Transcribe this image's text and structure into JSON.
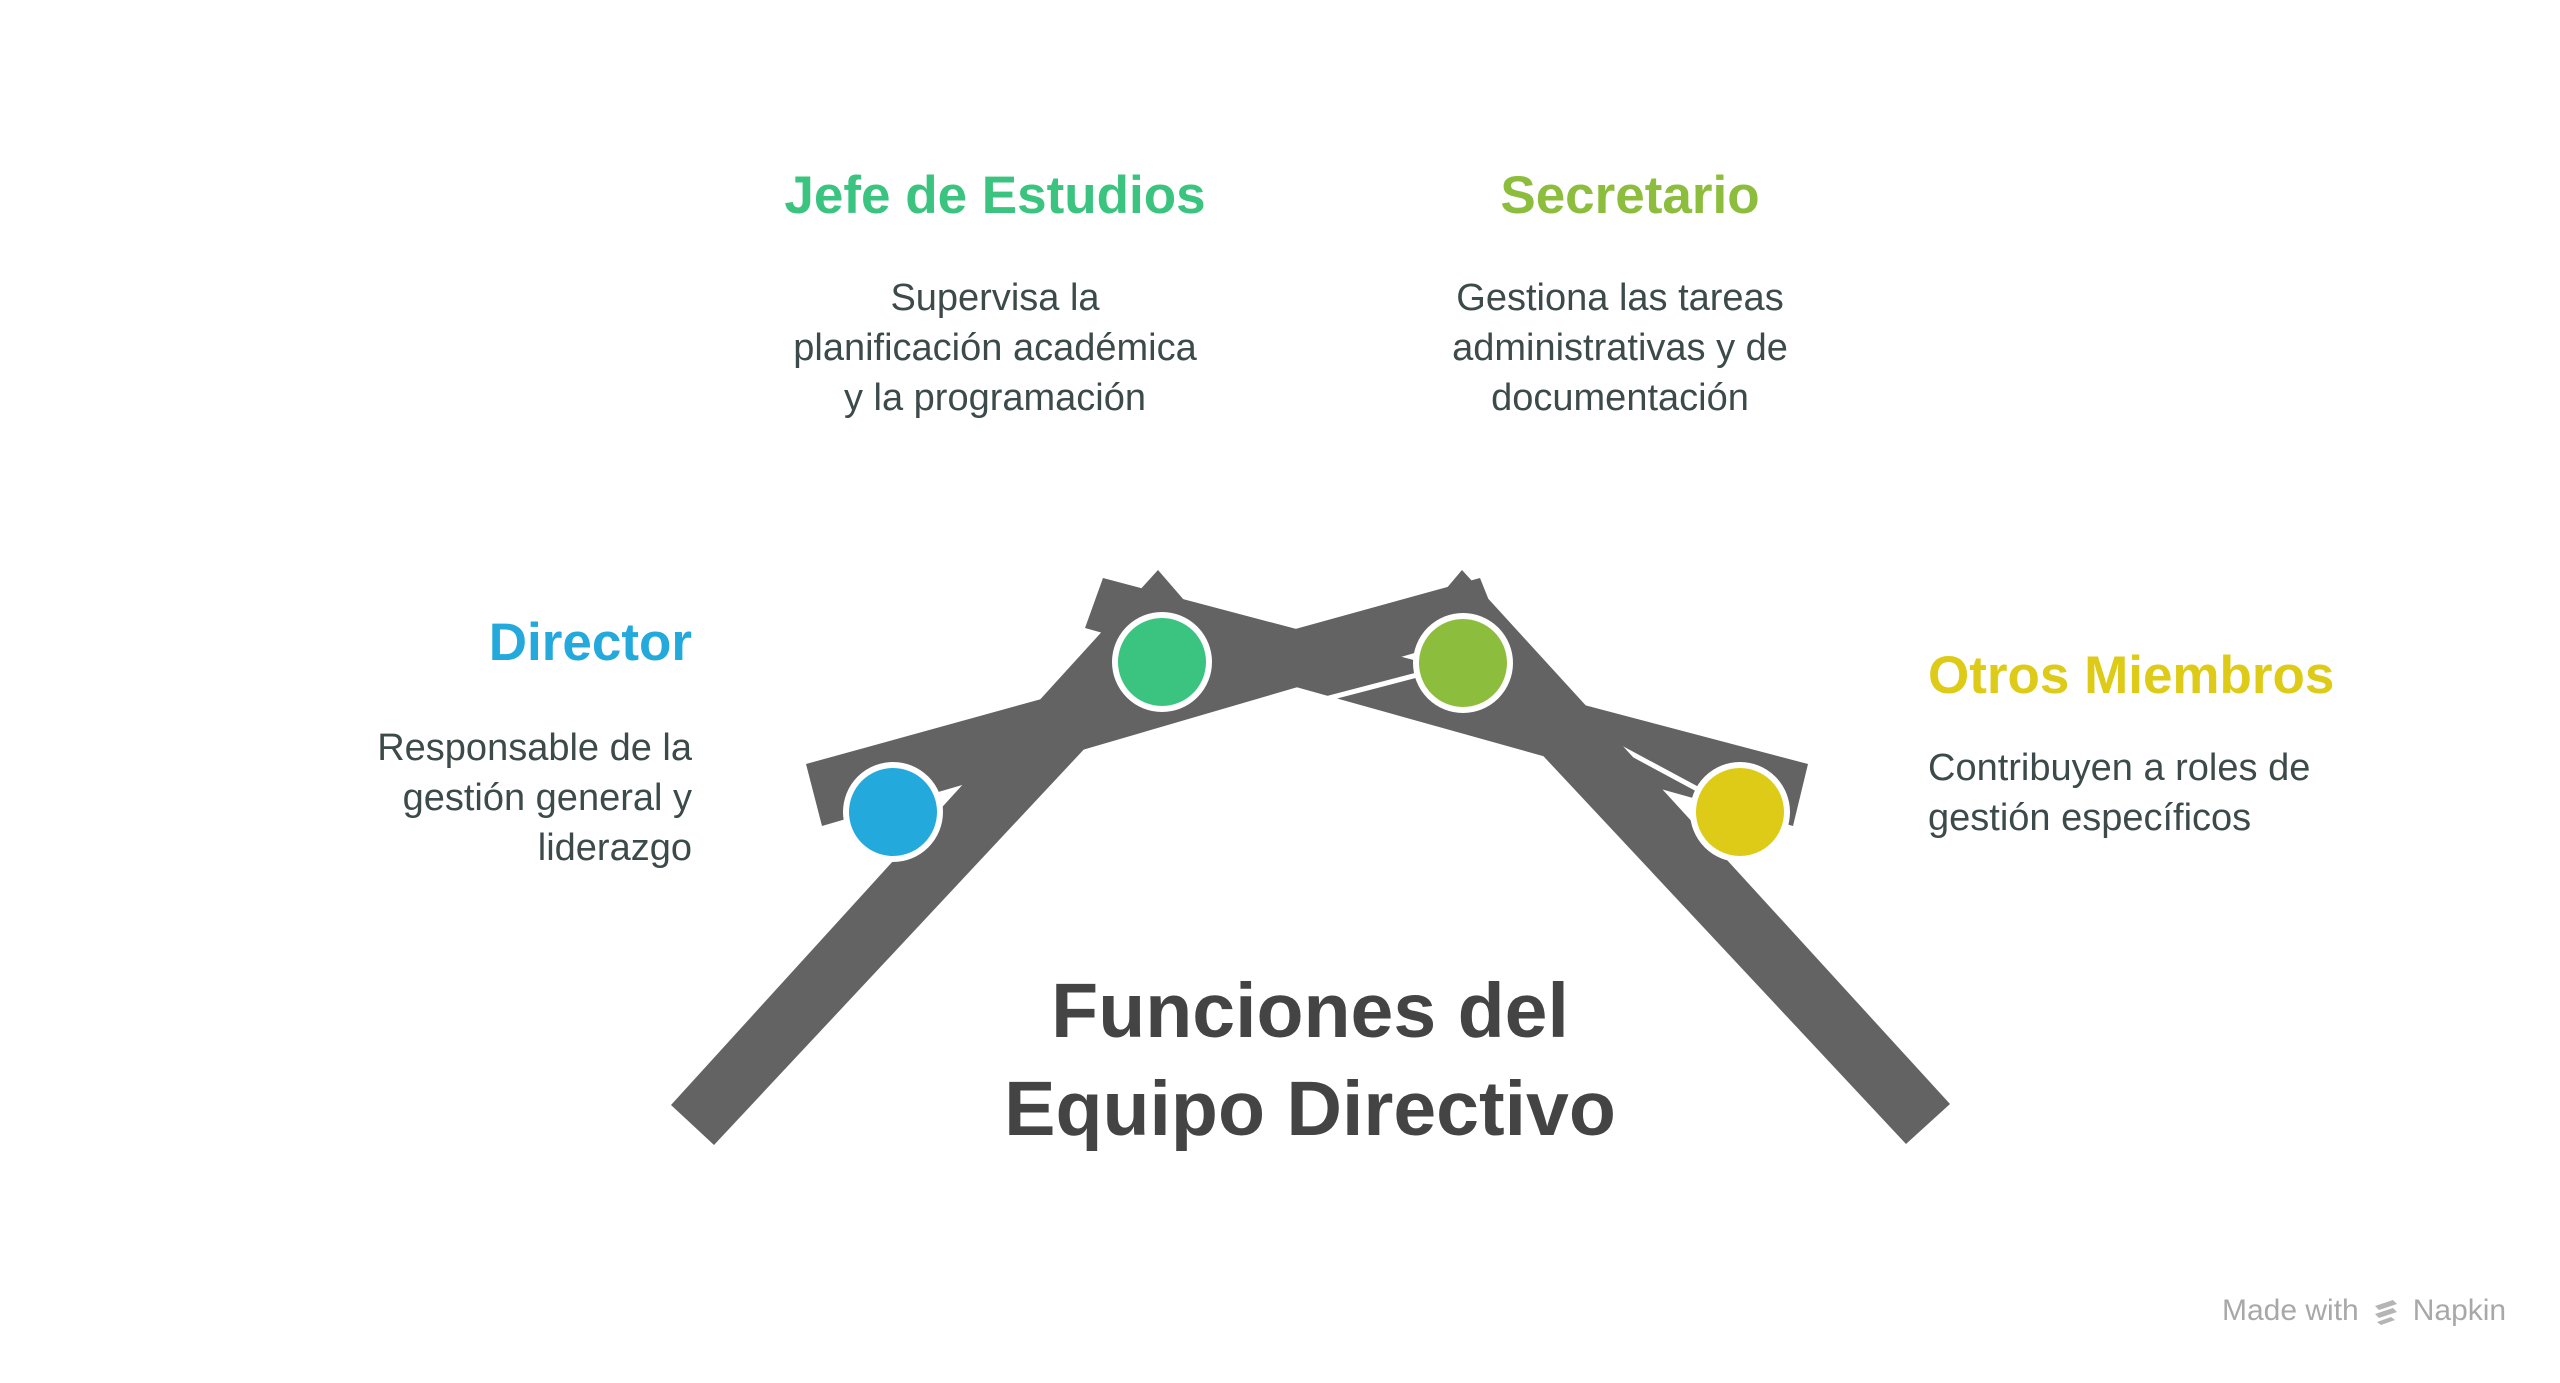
{
  "diagram": {
    "center_title": "Funciones del\nEquipo Directivo",
    "roles": [
      {
        "title": "Director",
        "description": "Responsable de la\ngestión general y\nliderazgo",
        "color": "#23A9DC"
      },
      {
        "title": "Jefe de Estudios",
        "description": "Supervisa la\nplanificación académica\ny la programación",
        "color": "#3BC47F"
      },
      {
        "title": "Secretario",
        "description": "Gestiona las tareas\nadministrativas y de\ndocumentación",
        "color": "#8DBD3D"
      },
      {
        "title": "Otros Miembros",
        "description": "Contribuyen a roles de\ngestión específicos",
        "color": "#DDCB17"
      }
    ],
    "beam_color": "#636363"
  },
  "watermark": {
    "made_with": "Made with",
    "brand": "Napkin",
    "icon": "napkin-logo-icon"
  }
}
